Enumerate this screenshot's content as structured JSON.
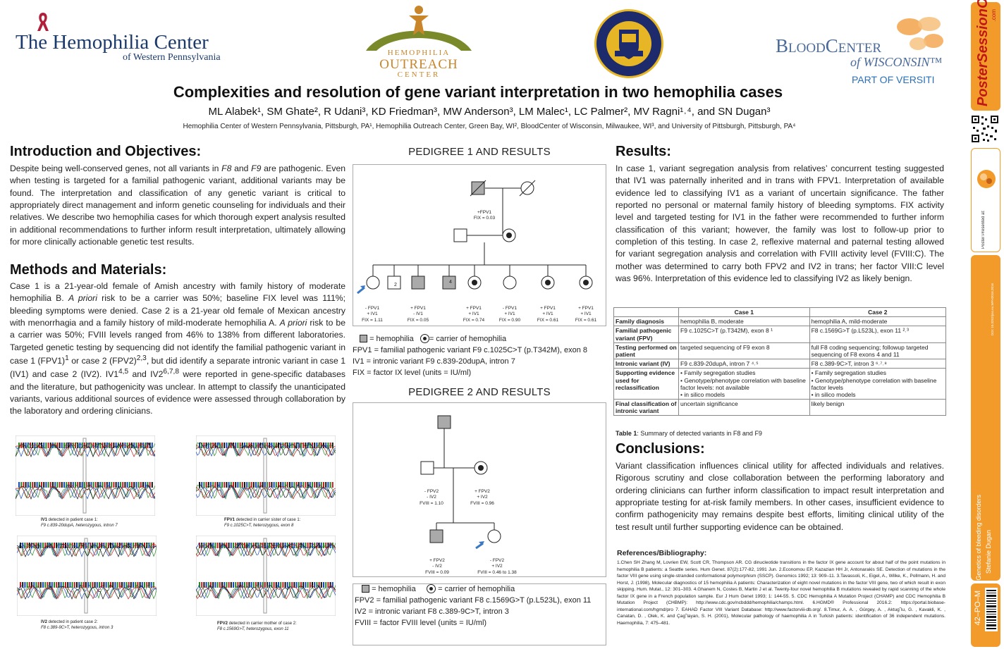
{
  "logos": {
    "hemophilia_center_line1": "The Hemophilia Center",
    "hemophilia_center_line2": "of Western Pennsylvania",
    "outreach_line1": "HEMOPHILIA",
    "outreach_line2": "OUTREACH",
    "outreach_line3": "CENTER",
    "bloodcenter_line1": "BloodCenter",
    "bloodcenter_line2": "of WISCONSIN™",
    "bloodcenter_line3": "PART OF VERSITI"
  },
  "header": {
    "title": "Complexities and resolution of gene variant interpretation in two hemophilia cases",
    "authors": "ML Alabek¹, SM Ghate², R Udani³, KD Friedman³, MW Anderson³, LM Malec¹, LC Palmer², MV Ragni¹˒⁴, and SN Dugan³",
    "affiliations": "Hemophilia Center of Western Pennsylvania, Pittsburgh, PA¹, Hemophilia Outreach Center, Green Bay, WI², BloodCenter of Wisconsin, Milwaukee, WI³, and University of Pittsburgh, Pittsburgh, PA⁴"
  },
  "intro": {
    "heading": "Introduction and Objectives:",
    "p1": "Despite being well-conserved genes, not all variants in ",
    "g1": "F8",
    "p2": " and ",
    "g2": "F9",
    "p3": " are pathogenic. Even when testing is targeted for a familial pathogenic variant, additional variants may be found. The interpretation and classification of any genetic variant is critical to appropriately direct management and inform genetic counseling for individuals and their relatives. We describe two hemophilia cases for which thorough expert analysis resulted in additional recommendations to further inform result interpretation, ultimately allowing for more clinically actionable genetic test results."
  },
  "methods": {
    "heading": "Methods and Materials:",
    "p1": "Case 1 is a 21-year-old female of Amish ancestry with family history of moderate hemophilia B. ",
    "apriori1": "A priori",
    "p2": " risk to be a carrier was 50%; baseline FIX level was 111%; bleeding symptoms were denied. Case 2 is a 21-year old female of Mexican ancestry with menorrhagia and a family history of mild-moderate hemophilia A. ",
    "apriori2": "A priori",
    "p3": " risk to be a carrier was 50%; FVIII levels ranged from 46% to 138% from different laboratories. Targeted genetic testing by sequencing did not identify the familial pathogenic variant in case 1 (FPV1)",
    "s1": "1",
    "p4": " or case 2 (FPV2)",
    "s2": "2,3",
    "p5": ", but did identify a separate intronic variant in case 1 (IV1) and case 2 (IV2). IV1",
    "s3": "4,5",
    "p6": " and IV2",
    "s4": "6,7,8",
    "p7": " were reported in gene-specific databases and the literature, but pathogenicity was unclear. In attempt to classify the unanticipated variants, various additional sources of evidence were assessed through collaboration by the laboratory and ordering clinicians."
  },
  "chromatograms": [
    {
      "bold": "IV1",
      "caption": " detected in patient case 1:",
      "sub": "F9 c.839-20dupA, heterozygous, intron 7"
    },
    {
      "bold": "FPV1",
      "caption": " detected in carrier sister of case 1:",
      "sub": "F9 c.1025C>T, heterozygous, exon 8"
    },
    {
      "bold": "IV2",
      "caption": " detected in patient case 2:",
      "sub": "F8 c.389-9C>T, heterozygous, intron 3"
    },
    {
      "bold": "FPV2",
      "caption": " detected in carrier mother of case 2:",
      "sub": "F8 c.1569G>T, heterozygous, exon 11"
    }
  ],
  "pedigree1": {
    "heading": "PEDIGREE 1 AND RESULTS",
    "father_label": [
      "+FPV1",
      "FIX = 0.03"
    ],
    "children": [
      {
        "lines": [
          "- FPV1",
          "+ IV1",
          "FIX = 1.11"
        ]
      },
      {
        "lines": [
          "+ FPV1",
          "- IV1",
          "FIX = 0.05"
        ]
      },
      {
        "lines": [
          "+ FPV1",
          "+ IV1",
          "FIX = 0.74"
        ]
      },
      {
        "lines": [
          "- FPV1",
          "+ IV1",
          "FIX = 0.90"
        ]
      },
      {
        "lines": [
          "+ FPV1",
          "+ IV1",
          "FIX = 0.61"
        ]
      },
      {
        "lines": [
          "+ FPV1",
          "+ IV1",
          "FIX = 0.61"
        ]
      }
    ],
    "box_num_a": "2",
    "box_num_b": "4",
    "legend_hemo": "= hemophilia",
    "legend_carrier": "= carrier of hemophilia",
    "legend_line1": "FPV1 = familial pathogenic variant F9 c.1025C>T (p.T342M), exon 8",
    "legend_line2": " IV1 = intronic variant F9 c.839-20dupA, intron 7",
    "legend_line3": "FIX = factor IX level (units = IU/ml)"
  },
  "pedigree2": {
    "heading": "PEDIGREE 2 AND RESULTS",
    "father_label": [
      "- FPV2",
      "- IV2",
      "FVIII = 1.10"
    ],
    "mother_label": [
      "+ FPV2",
      "+ IV2",
      "FVIII = 0.96"
    ],
    "son_label": [
      "+ FPV2",
      "- IV2",
      "FVIII = 0.09"
    ],
    "daughter_label": [
      "- FPV2",
      "+ IV2",
      "FVIII = 0.46 to 1.38"
    ],
    "legend_hemo": "= hemophilia",
    "legend_carrier": "= carrier of hemophilia",
    "legend_line1": "FPV2 = familial pathogenic variant F8 c.1569G>T (p.L523L), exon 11",
    "legend_line2": " IV2 = intronic variant F8 c.389-9C>T, intron 3",
    "legend_line3": "FVIII = factor FVIII level (units = IU/ml)"
  },
  "results": {
    "heading": "Results:",
    "text": "In case 1, variant segregation analysis from relatives’ concurrent testing suggested that IV1 was paternally inherited and in trans with FPV1. Interpretation of available evidence led to classifying IV1 as a variant of uncertain significance. The father reported no personal or maternal family history of bleeding symptoms. FIX activity level and targeted testing for IV1 in the father were recommended to further inform classification of this variant; however, the family was lost to follow-up prior to completion of this testing. In case 2, reflexive maternal and paternal testing allowed for variant segregation analysis and correlation with FVIII activity level (FVIII:C). The mother  was determined to carry both FPV2 and IV2 in trans; her factor VIII:C level was 96%. Interpretation of this evidence led to classifying IV2 as likely benign."
  },
  "table": {
    "columns": [
      "",
      "Case 1",
      "Case 2"
    ],
    "rows": [
      {
        "h": "Family diagnosis",
        "c1": "hemophilia B, moderate",
        "c2": "hemophilia A, mild-moderate"
      },
      {
        "h": "Familial pathogenic variant (FPV)",
        "c1": "F9 c.1025C>T (p.T342M), exon 8 ¹",
        "c2": " F8 c.1569G>T (p.L523L), exon 11 ²˒³"
      },
      {
        "h": "Testing performed on patient",
        "c1": "targeted sequencing of F9 exon 8",
        "c2": "full F8 coding sequencing;  followup targeted sequencing of F8  exons 4 and 11"
      },
      {
        "h": "Intronic variant (IV)",
        "c1": "F9 c.839-20dupA, intron 7 ⁴˒⁵",
        "c2": "F8 c.389-9C>T, intron 3 ⁶˒⁷˒⁸"
      },
      {
        "h": "Supporting evidence used for reclassification",
        "c1": "• Family segregation studies\n• Genotype/phenotype correlation with baseline factor levels: not available\n• in silico models",
        "c2": "• Family segregation studies\n• Genotype/phenotype correlation with baseline factor levels\n• in silico models"
      },
      {
        "h": "Final classification of intronic variant",
        "c1": "uncertain significance",
        "c2": "likely benign"
      }
    ],
    "caption_bold": "Table 1",
    "caption": ": Summary of detected variants in F8 and F9"
  },
  "conclusions": {
    "heading": "Conclusions:",
    "text": "Variant classification influences clinical utility for affected individuals and relatives. Rigorous scrutiny and close collaboration between the performing laboratory and ordering clinicians can further inform classification to impact result interpretation and appropriate testing for at-risk family members. In other cases, insufficient evidence to confirm pathogenicity may remains despite best efforts,  limiting clinical utility of the test result until further supporting evidence can be obtained."
  },
  "references": {
    "heading": "References/Bibliography:",
    "text": "1.Chen SH Zhang M, Lovrien EW, Scott CR, Thompson AR. CG dinucleotide transitions in the factor IX gene account for about half of the point mutations in hemophilia B patients: a Seattle series. Hum Genet. 87(2):177-82, 1991 Jun. 2.Economou EP, Kazazian HH Jr, Antonarakis SE. Detection of mutations in the factor VIII gene using single-stranded conformational polymorphism (SSCP). Genomics 1992; 13: 909–11. 3.Tavassoli, K., Eigel, A., Wilke, K., Pollmann, H. and Horst, J. (1998), Molecular diagnostics of 15 hemophilia A patients: Characterization of eight novel mutations in the factor VIII gene, two of which result in exon skipping. Hum. Mutat., 12: 301–303. 4.Ghanem N, Costes B, Martin J et al. Twenty-four novel hemophilia B mutations revealed by rapid scanning of the whole factor IX gene in a French population sample. Eur J Hum Genet 1993; 1: 144-55. 5. CDC Hemophilia A Mutation Project (CHAMP) and CDC Hemophilia B Mutation Project (CHBMP): http://www.cdc.gov/ncbddd/hemophilia/champs.html. 6.HGMD® Professional 2016.2: https://portal.biobase-international.com/hgmd/pro 7. EAHAD Factor VIII Variant Database: http://www.factorviii-db.org/. 8.Timur, A. A. , Gürgey, A. , Aktug˘lu, G. , Kavakli, K. , Canatan, D. , Olek, K. and Çag˘layan, S. H. (2001), Molecular pathology of haemophilia A in Turkish patients: identification of 36 independent mutations. Haemophilia, 7: 475–481."
  },
  "sidebar": {
    "brand": "PosterSessionOnline",
    "brand_com": ".com",
    "presented_at": "Poster Presented at:",
    "category": "Genetics of bleeding disorders",
    "author": "Stefanie Dugan",
    "code": "42–PO–M",
    "doi": "DOI: 10.3252/pso.eu.WFH2016.2016"
  },
  "colors": {
    "accent_orange": "#f29b2a",
    "navy": "#1b3a6b",
    "pitt_gold": "#e7b626",
    "pitt_navy": "#1d2a6b"
  }
}
